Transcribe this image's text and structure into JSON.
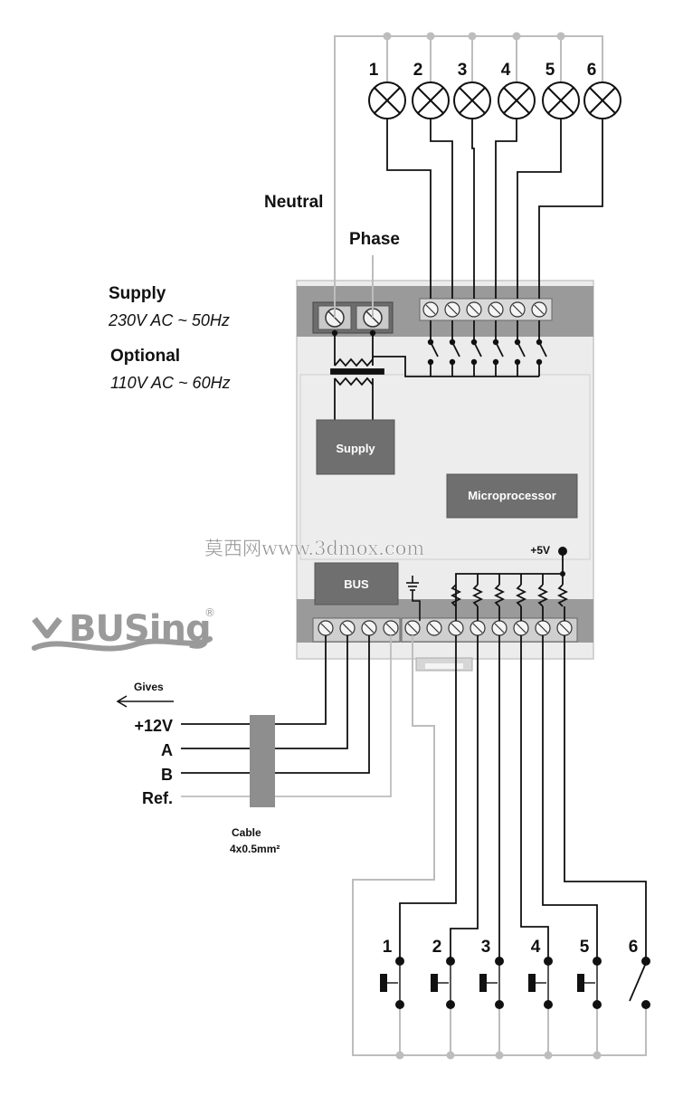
{
  "labels": {
    "neutral": "Neutral",
    "phase": "Phase",
    "supply_title": "Supply",
    "supply_spec": "230V AC ~ 50Hz",
    "optional_title": "Optional",
    "optional_spec": "110V AC ~ 60Hz",
    "supply_block": "Supply",
    "microprocessor_block": "Microprocessor",
    "bus_block": "BUS",
    "plus5v": "+5V",
    "gives": "Gives",
    "plus12v": "+12V",
    "a": "A",
    "b": "B",
    "ref": "Ref.",
    "cable": "Cable",
    "cable_spec": "4x0.5mm²",
    "watermark": "莫西网www.3dmox.com",
    "logo": "BUSing",
    "logo_mark": "®"
  },
  "lamps": [
    "1",
    "2",
    "3",
    "4",
    "5",
    "6"
  ],
  "switches": [
    "1",
    "2",
    "3",
    "4",
    "5",
    "6"
  ]
}
